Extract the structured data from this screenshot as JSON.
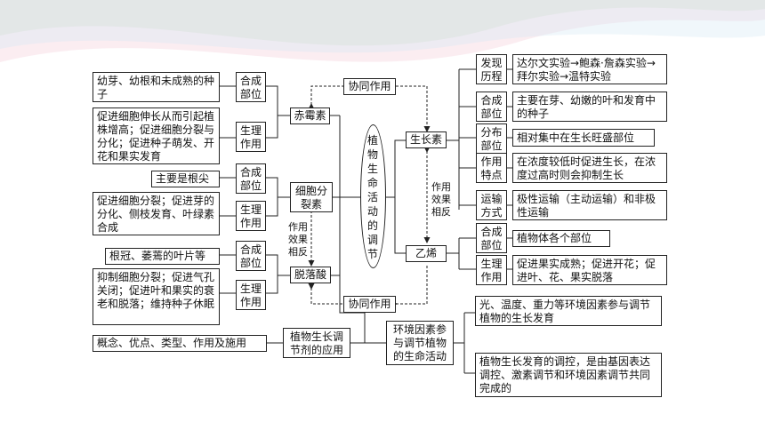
{
  "colors": {
    "wave_green": "#d6ecd3",
    "wave_pink": "#f6d6e0",
    "wave_blue": "#d4e7f3",
    "line": "#222222"
  },
  "center": {
    "text": "植物生命活动的调节"
  },
  "cooperation_top": "协同作用",
  "cooperation_bottom": "协同作用",
  "effect_opposite_left": [
    "作用",
    "效果",
    "相反"
  ],
  "effect_opposite_right": [
    "作用",
    "效果",
    "相反"
  ],
  "gibberellin": {
    "name": "赤霉素",
    "synthesis_label": "合成部位",
    "synthesis_text": "幼芽、幼根和未成熟的种子",
    "function_label": "生理作用",
    "function_text": "促进细胞伸长从而引起植株增高；促进细胞分裂与分化；促进种子萌发、开花和果实发育"
  },
  "cytokinin": {
    "name": "细胞分裂素",
    "synthesis_label": "合成部位",
    "synthesis_text": "主要是根尖",
    "function_label": "生理作用",
    "function_text": "促进细胞分裂；促进芽的分化、侧枝发育、叶绿素合成"
  },
  "abscisic_acid": {
    "name": "脱落酸",
    "synthesis_label": "合成部位",
    "synthesis_text": "根冠、萎蔫的叶片等",
    "function_label": "生理作用",
    "function_text": "抑制细胞分裂；促进气孔关闭；促进叶和果实的衰老和脱落；维持种子休眠"
  },
  "auxin": {
    "name": "生长素",
    "discovery_label": "发现历程",
    "discovery_text": "达尔文实验→鲍森·詹森实验→拜尔实验→温特实验",
    "synthesis_label": "合成部位",
    "synthesis_text": "主要在芽、幼嫩的叶和发育中的种子",
    "distribution_label": "分布部位",
    "distribution_text": "相对集中在生长旺盛部位",
    "feature_label": "作用特点",
    "feature_text": "在浓度较低时促进生长，在浓度过高时则会抑制生长",
    "transport_label": "运输方式",
    "transport_text": "极性运输（主动运输）和非极性运输"
  },
  "ethylene": {
    "name": "乙烯",
    "synthesis_label": "合成部位",
    "synthesis_text": "植物体各个部位",
    "function_label": "生理作用",
    "function_text": "促进果实成熟；促进开花；促进叶、花、果实脱落"
  },
  "regulators": {
    "name": "植物生长调节剂的应用",
    "content": "概念、优点、类型、作用及施用"
  },
  "environment": {
    "name": "环境因素参与调节植物的生命活动",
    "item1": "光、温度、重力等环境因素参与调节植物的生长发育",
    "item2": "植物生长发育的调控，是由基因表达调控、激素调节和环境因素调节共同完成的"
  }
}
